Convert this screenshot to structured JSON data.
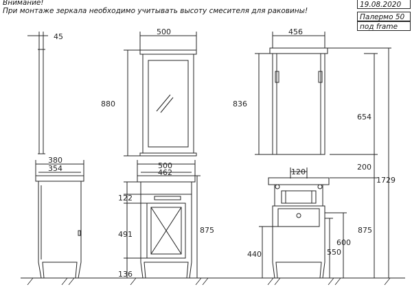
{
  "notes": {
    "attention": "Внимание!",
    "warning": "При монтаже зеркала необходимо учитывать высоту смесителя для раковины!"
  },
  "stamp": {
    "date": "19.08.2020",
    "product": "Палермо 50",
    "variant": "под frame"
  },
  "dimensions": {
    "mirror_depth": "45",
    "mirror_width": "500",
    "mirror_height": "880",
    "mirror_back_width": "456",
    "mirror_back_height": "836",
    "mirror_mount_height": "654",
    "cabinet_depth_top": "380",
    "cabinet_depth_body": "354",
    "cabinet_width_top": "500",
    "cabinet_width_body": "462",
    "drawer_height": "122",
    "door_height": "491",
    "leg_height": "136",
    "cabinet_height": "875",
    "siphon_width": "120",
    "gap_height": "200",
    "total_height": "1729",
    "back_height": "875",
    "pipe_height_1": "600",
    "pipe_height_2": "550",
    "pipe_height_3": "440"
  },
  "colors": {
    "line": "#222222",
    "background": "#ffffff"
  }
}
